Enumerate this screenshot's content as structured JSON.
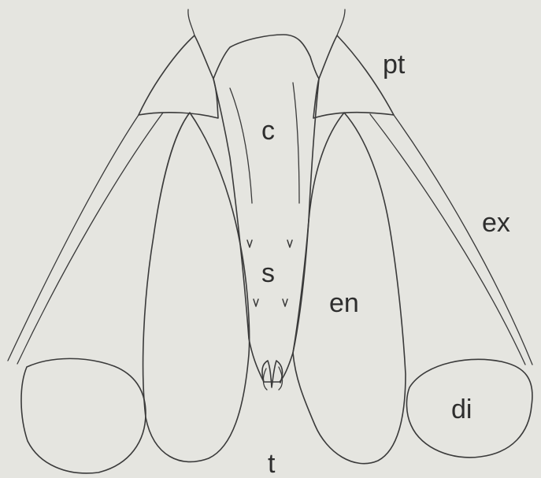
{
  "labels": {
    "pt": "pt",
    "c": "c",
    "ex": "ex",
    "s": "s",
    "en": "en",
    "di": "di",
    "t": "t"
  }
}
